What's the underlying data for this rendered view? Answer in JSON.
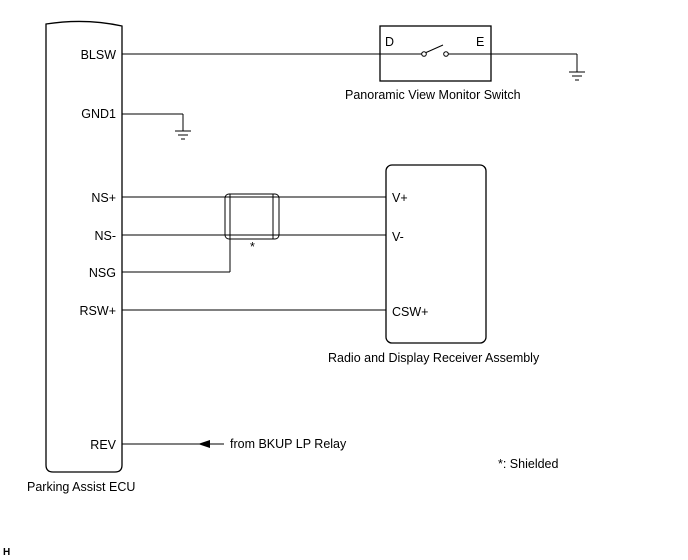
{
  "ecu": {
    "name": "Parking Assist ECU",
    "pins": {
      "blsw": "BLSW",
      "gnd1": "GND1",
      "ns_plus": "NS+",
      "ns_minus": "NS-",
      "nsg": "NSG",
      "rsw_plus": "RSW+",
      "rev": "REV"
    }
  },
  "switch": {
    "name": "Panoramic View Monitor Switch",
    "pin_d": "D",
    "pin_e": "E"
  },
  "receiver": {
    "name": "Radio and Display Receiver Assembly",
    "pins": {
      "v_plus": "V+",
      "v_minus": "V-",
      "csw_plus": "CSW+"
    }
  },
  "input_source": "from BKUP LP Relay",
  "shield_marker": "*",
  "shield_note": "*: Shielded",
  "corner_code": "H"
}
